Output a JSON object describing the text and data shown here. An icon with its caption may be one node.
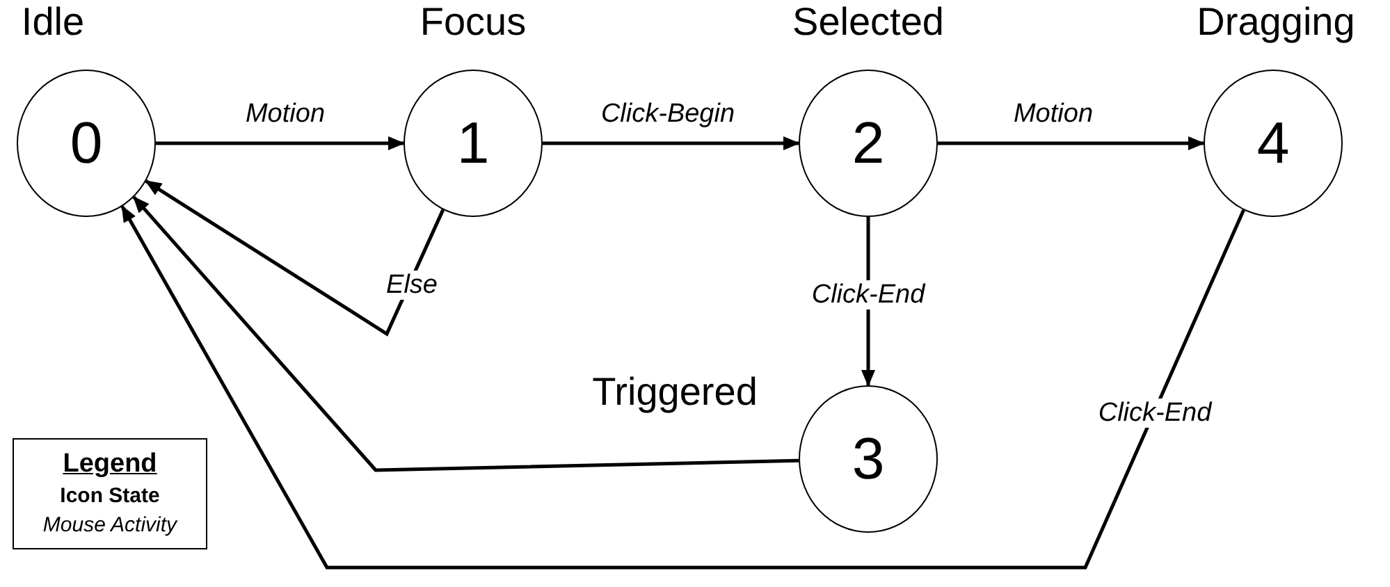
{
  "diagram": {
    "nodes": [
      {
        "text": [
          "Idle",
          "0"
        ]
      },
      {
        "text": [
          "Focus",
          "1"
        ]
      },
      {
        "text": [
          "Selected",
          "2"
        ]
      },
      {
        "text": [
          "Triggered",
          "3"
        ]
      },
      {
        "text": [
          "Dragging",
          "4"
        ]
      },
      {
        "text": [
          "Legend",
          "Icon State",
          "Mouse Activity"
        ]
      }
    ],
    "edges": [
      {
        "from": 0,
        "to": 1,
        "arrow": "to",
        "label": "Motion"
      },
      {
        "from": 1,
        "to": 2,
        "arrow": "to",
        "label": "Click-Begin"
      },
      {
        "from": 2,
        "to": 4,
        "arrow": "to",
        "label": "Motion"
      },
      {
        "from": 1,
        "to": 0,
        "arrow": "to",
        "label": "Else"
      },
      {
        "from": 2,
        "to": 3,
        "arrow": "to",
        "label": "Click-End"
      },
      {
        "from": 3,
        "to": 0,
        "arrow": "to"
      },
      {
        "from": 4,
        "to": 0,
        "arrow": "to",
        "label": "Click-End"
      }
    ]
  }
}
